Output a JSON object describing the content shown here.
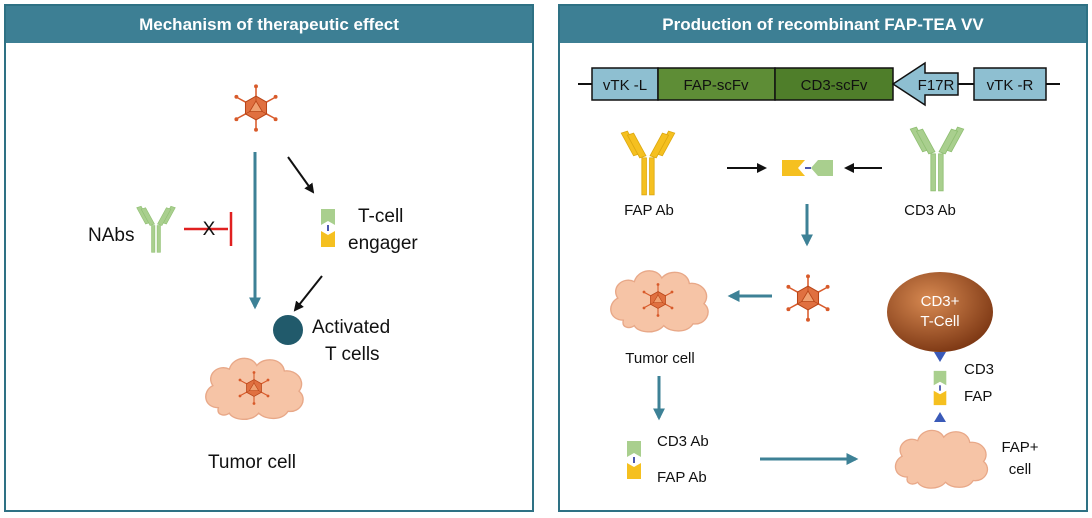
{
  "panels": {
    "left": {
      "title": "Mechanism of therapeutic effect",
      "nabs_label": "NAbs",
      "block_mark": "X",
      "engager_label_line1": "T-cell",
      "engager_label_line2": "engager",
      "activated_line1": "Activated",
      "activated_line2": "T cells",
      "tumor_label": "Tumor cell"
    },
    "right": {
      "title": "Production of recombinant FAP-TEA VV",
      "gene_construct": [
        "vTK -L",
        "FAP-scFv",
        "CD3-scFv",
        "F17R",
        "vTK -R"
      ],
      "fap_ab_label": "FAP Ab",
      "cd3_ab_label": "CD3 Ab",
      "tumor_label": "Tumor cell",
      "tcell_line1": "CD3+",
      "tcell_line2": "T-Cell",
      "cd3_label": "CD3",
      "fap_label": "FAP",
      "bispecific_cd3_label": "CD3 Ab",
      "bispecific_fap_label": "FAP Ab",
      "fap_cell_line1": "FAP+",
      "fap_cell_line2": "cell"
    }
  },
  "colors": {
    "header": "#3d7f94",
    "border": "#2e7184",
    "teal_arrow": "#3d8196",
    "virus": "#d85a2a",
    "tumor_fill": "#f6c4a6",
    "tumor_stroke": "#e8a888",
    "antibody_yellow": "#f5c020",
    "antibody_green": "#a9cf8e",
    "tcell_dot": "#215a6b",
    "gene_box": "#8ebfd1",
    "gene_dark": "#3e6b21",
    "inhibit_red": "#e02020"
  }
}
